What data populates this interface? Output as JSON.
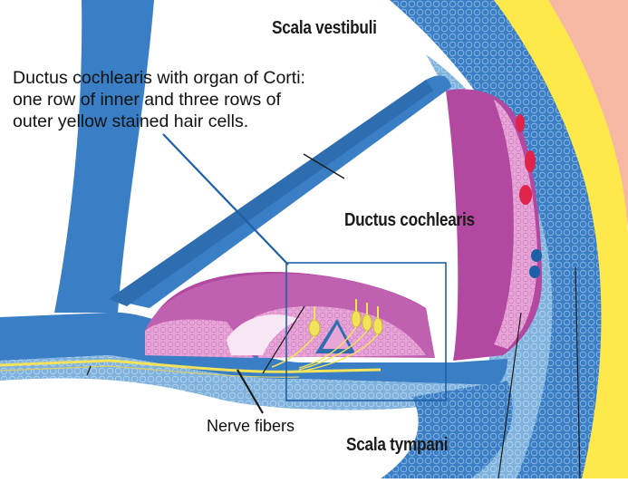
{
  "labels": {
    "scala_vestibuli": "Scala vestibuli",
    "ductus_cochlearis": "Ductus cochlearis",
    "scala_tympani": "Scala tympani",
    "nerve_fibers": "Nerve fibers",
    "caption_line1": "Ductus cochlearis with organ of Corti:",
    "caption_line2": "one row of inner and three rows of",
    "caption_line3": "outer yellow stained hair cells."
  },
  "colors": {
    "bone_blue": "#3a7fc6",
    "tissue_light_blue": "#7fb3de",
    "membrane_magenta": "#b2489f",
    "organ_pink": "#e8a6d8",
    "hair_cell_yellow": "#f3e35a",
    "outer_yellow": "#ffe94a",
    "salmon": "#f6b8a2",
    "red_vessel": "#e0234a",
    "pointer_blue": "#1e60a8"
  }
}
